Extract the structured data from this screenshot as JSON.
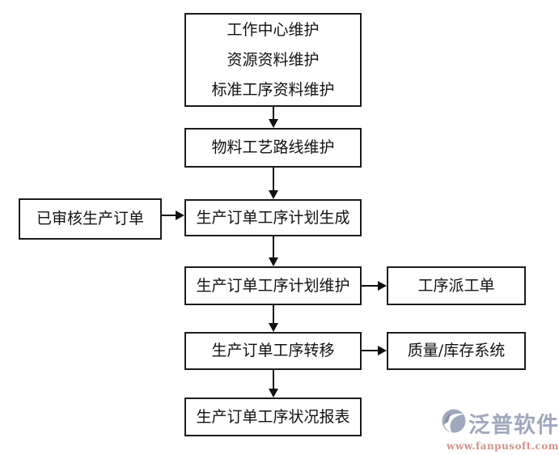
{
  "colors": {
    "background": "#ffffff",
    "box_border": "#1c1c1c",
    "text": "#111111",
    "arrow": "#111111",
    "logo_brand": "#a0a8bd",
    "logo_url": "#d4928a"
  },
  "nodes": {
    "master_data": {
      "line1": "工作中心维护",
      "line2": "资源资料维护",
      "line3": "标准工序资料维护"
    },
    "routing": {
      "label": "物料工艺路线维护"
    },
    "approved_order": {
      "label": "已审核生产订单"
    },
    "plan_generate": {
      "label": "生产订单工序计划生成"
    },
    "plan_maintain": {
      "label": "生产订单工序计划维护"
    },
    "dispatch": {
      "label": "工序派工单"
    },
    "transfer": {
      "label": "生产订单工序转移"
    },
    "quality_inventory": {
      "label": "质量/库存系统"
    },
    "status_report": {
      "label": "生产订单工序状况报表"
    }
  },
  "edges": [
    {
      "from": "master_data",
      "to": "routing",
      "type": "vertical"
    },
    {
      "from": "routing",
      "to": "plan_generate",
      "type": "vertical"
    },
    {
      "from": "approved_order",
      "to": "plan_generate",
      "type": "horizontal"
    },
    {
      "from": "plan_generate",
      "to": "plan_maintain",
      "type": "vertical"
    },
    {
      "from": "plan_maintain",
      "to": "dispatch",
      "type": "horizontal"
    },
    {
      "from": "plan_maintain",
      "to": "transfer",
      "type": "vertical"
    },
    {
      "from": "transfer",
      "to": "quality_inventory",
      "type": "horizontal"
    },
    {
      "from": "transfer",
      "to": "status_report",
      "type": "vertical"
    }
  ],
  "logo": {
    "brand": "泛普软件",
    "url": "www.fanpusoft.com"
  }
}
